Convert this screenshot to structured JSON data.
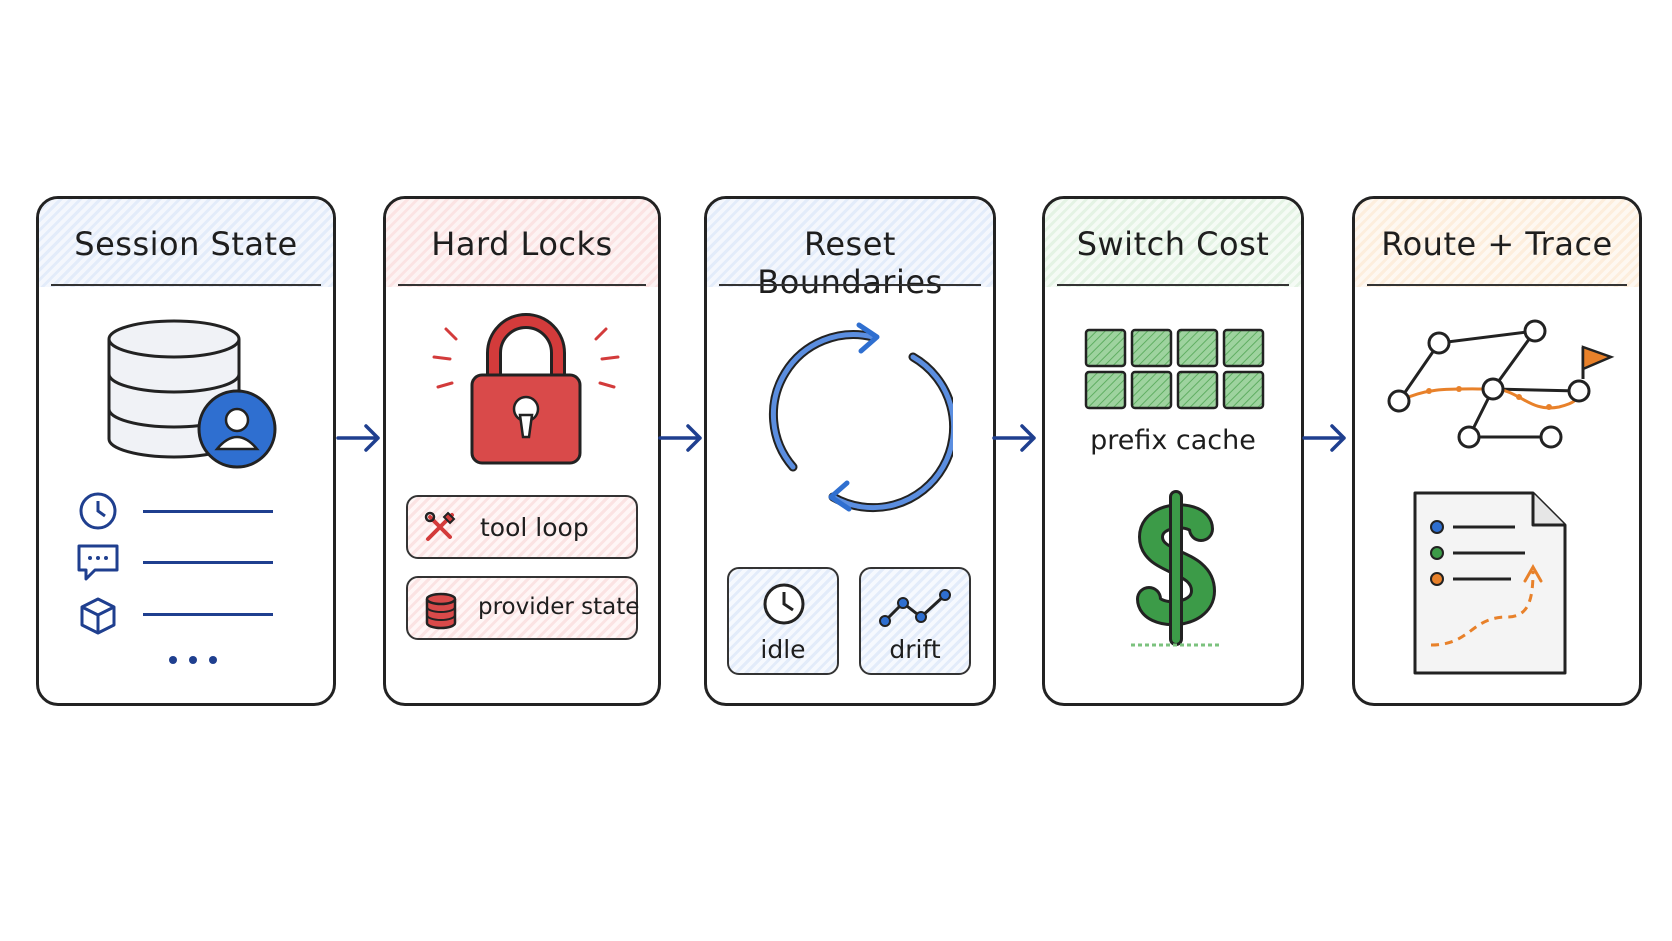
{
  "panels": [
    {
      "title": "Session State",
      "accent": "#2f6fd0",
      "tint": "#e3ecfa"
    },
    {
      "title": "Hard Locks",
      "accent": "#d33b3b",
      "tint": "#fbe3e3",
      "chips": [
        "tool loop",
        "provider state"
      ]
    },
    {
      "title": "Reset Boundaries",
      "accent": "#2f6fd0",
      "tint": "#e3ecfa",
      "chips": [
        "idle",
        "drift"
      ]
    },
    {
      "title": "Switch Cost",
      "accent": "#3c9b48",
      "tint": "#e4f3e4",
      "label": "prefix cache"
    },
    {
      "title": "Route + Trace",
      "accent": "#e8812a",
      "tint": "#fdeedd"
    }
  ],
  "colors": {
    "navy": "#1f3f8f",
    "blue": "#2f6fd0",
    "red": "#d33b3b",
    "green": "#3c9b48",
    "orange": "#e8812a"
  },
  "icons": [
    "database-icon",
    "user-icon",
    "clock-icon",
    "chat-icon",
    "cube-icon",
    "padlock-icon",
    "tools-icon",
    "refresh-cycle-icon",
    "trend-icon",
    "grid-cache-icon",
    "dollar-icon",
    "route-graph-icon",
    "flag-icon",
    "document-icon"
  ]
}
